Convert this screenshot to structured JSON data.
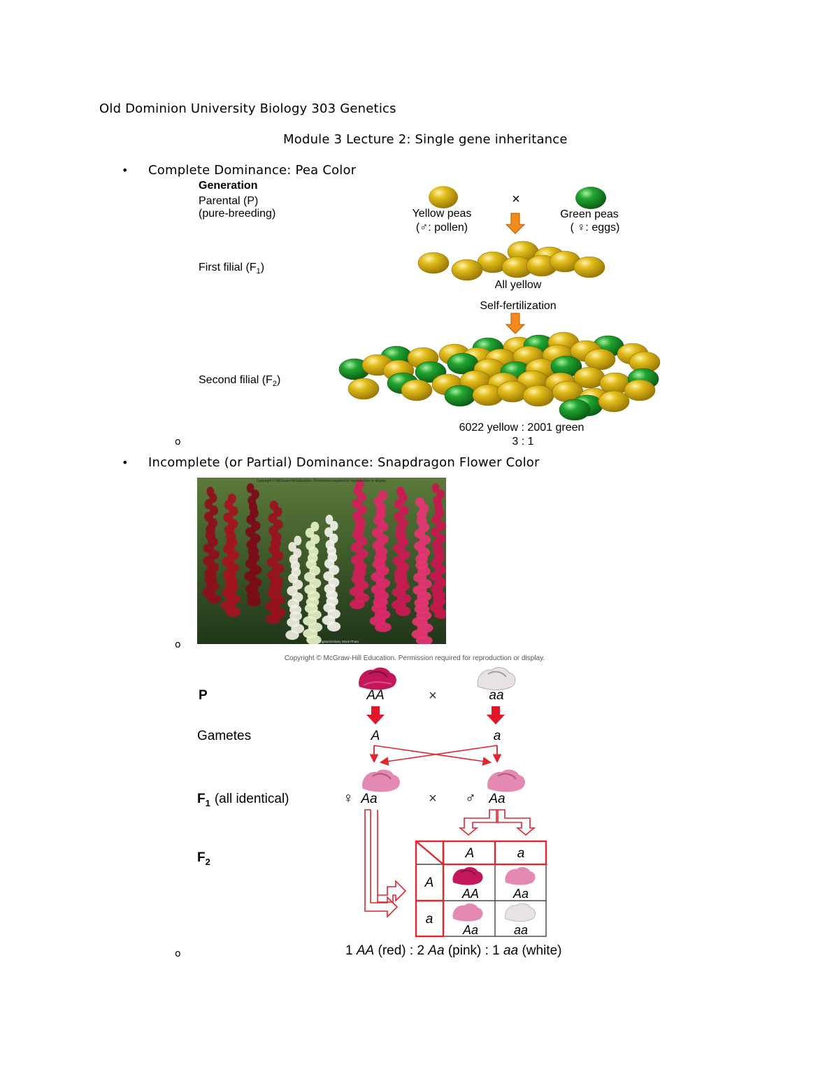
{
  "header": {
    "course": "Old Dominion University Biology 303 Genetics",
    "lecture": "Module 3 Lecture 2: Single gene inheritance"
  },
  "bullets": {
    "b1": "Complete Dominance:  Pea Color",
    "b2": "Incomplete (or Partial) Dominance:  Snapdragon Flower Color",
    "marker": "•",
    "sub_marker": "o"
  },
  "pea_figure": {
    "generation": "Generation",
    "parental": "Parental (P)",
    "pure_breeding": "(pure-breeding)",
    "first_filial": "First filial (F",
    "first_sub": "1",
    "second_filial": "Second filial (F",
    "second_sub": "2",
    "yellow_peas": "Yellow peas",
    "yellow_note": "(♂: pollen)",
    "green_peas": "Green peas",
    "green_note": "( ♀: eggs)",
    "cross": "×",
    "all_yellow": "All yellow",
    "self_fert": "Self-fertilization",
    "count": "6022 yellow : 2001 green",
    "ratio": "3 : 1",
    "colors": {
      "yellow": "#d4a90f",
      "green": "#1d9a2c",
      "arrow": "#f28a1c"
    }
  },
  "snapdragon_photo": {
    "caption_top": "Copyright © McGraw-Hill Education. Permission required for reproduction or display.",
    "caption_bottom": "© Fogstock/Alamy Stock Photo"
  },
  "snap_figure": {
    "copyright": "Copyright © McGraw-Hill Education. Permission required for reproduction or display.",
    "p_label": "P",
    "gametes": "Gametes",
    "f1_label": "F",
    "f1_sub": "1",
    "f1_rest": "(all identical)",
    "f2_label": "F",
    "f2_sub": "2",
    "AA": "AA",
    "aa": "aa",
    "A": "A",
    "a": "a",
    "Aa": "Aa",
    "female": "♀",
    "male": "♂",
    "cross": "×",
    "ratio_parts": [
      "1 ",
      "AA",
      " (red) : 2 ",
      "Aa",
      " (pink) : 1 ",
      "aa",
      " (white)"
    ],
    "colors": {
      "red": "#e0162a",
      "box": "#e0262f",
      "magenta": "#c2185b",
      "pink": "#e48ab2",
      "white": "#e8e2e2"
    }
  }
}
